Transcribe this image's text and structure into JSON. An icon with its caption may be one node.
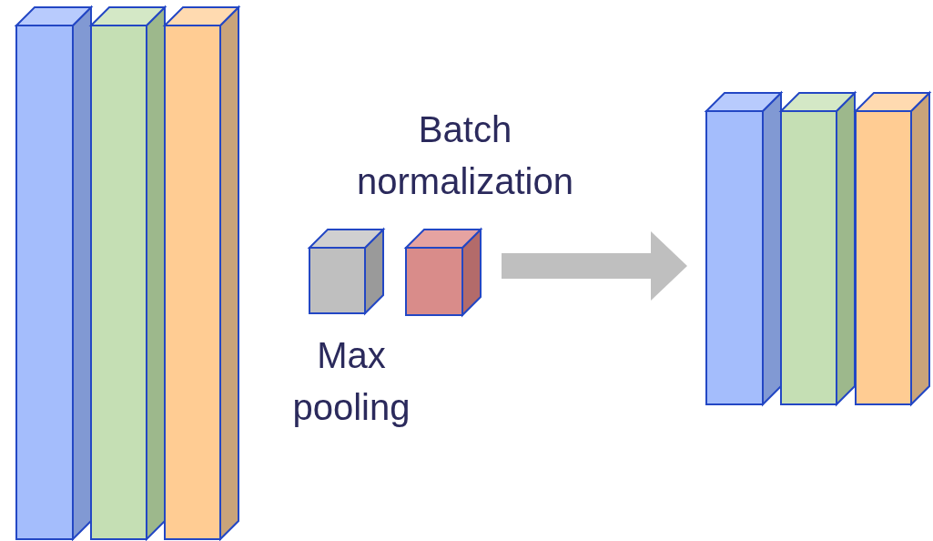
{
  "diagram": {
    "nodes": [
      {
        "text": [],
        "shape": "bar"
      },
      {
        "text": [],
        "shape": "bar"
      },
      {
        "text": [],
        "shape": "bar"
      },
      {
        "text": [
          "Max pooling"
        ]
      },
      {
        "text": [
          "Batch normalization"
        ]
      },
      {
        "text": [],
        "shape": "bar"
      },
      {
        "text": [],
        "shape": "bar"
      },
      {
        "text": [],
        "shape": "bar"
      }
    ],
    "edges": [
      {
        "from": 4,
        "to": 5,
        "arrow": "to"
      }
    ]
  }
}
